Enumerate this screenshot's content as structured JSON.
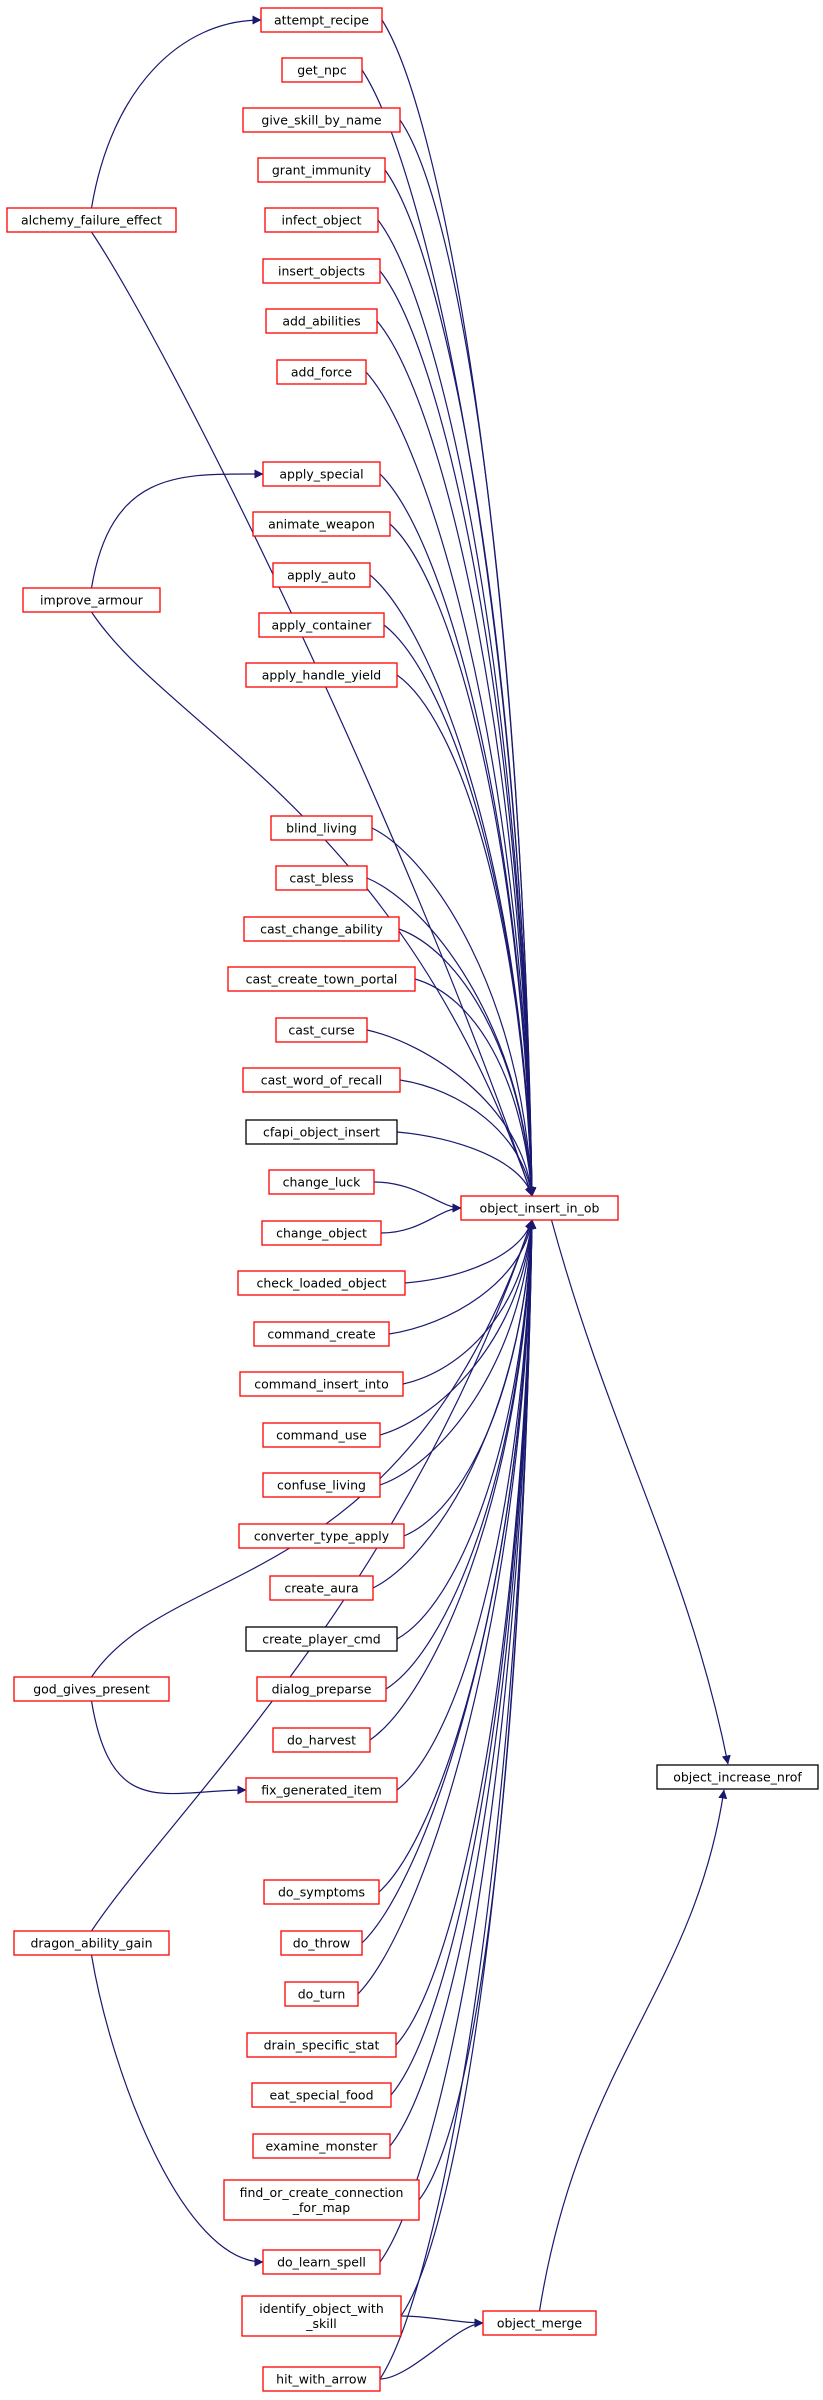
{
  "colors": {
    "edge": "#191970",
    "border_linked": "#ff0000",
    "border_plain": "#000000",
    "highlight_fill": "#bfbfbf"
  },
  "nodes": {
    "attempt_recipe": {
      "label": "attempt_recipe",
      "style": "linked"
    },
    "get_npc": {
      "label": "get_npc",
      "style": "linked"
    },
    "give_skill_by_name": {
      "label": "give_skill_by_name",
      "style": "linked"
    },
    "grant_immunity": {
      "label": "grant_immunity",
      "style": "linked"
    },
    "infect_object": {
      "label": "infect_object",
      "style": "linked"
    },
    "insert_objects": {
      "label": "insert_objects",
      "style": "linked"
    },
    "add_abilities": {
      "label": "add_abilities",
      "style": "linked"
    },
    "add_force": {
      "label": "add_force",
      "style": "linked"
    },
    "apply_special": {
      "label": "apply_special",
      "style": "linked"
    },
    "animate_weapon": {
      "label": "animate_weapon",
      "style": "linked"
    },
    "apply_auto": {
      "label": "apply_auto",
      "style": "linked"
    },
    "apply_container": {
      "label": "apply_container",
      "style": "linked"
    },
    "apply_handle_yield": {
      "label": "apply_handle_yield",
      "style": "linked"
    },
    "blind_living": {
      "label": "blind_living",
      "style": "linked"
    },
    "cast_bless": {
      "label": "cast_bless",
      "style": "linked"
    },
    "cast_change_ability": {
      "label": "cast_change_ability",
      "style": "linked"
    },
    "cast_create_town_portal": {
      "label": "cast_create_town_portal",
      "style": "linked"
    },
    "cast_curse": {
      "label": "cast_curse",
      "style": "linked"
    },
    "cast_word_of_recall": {
      "label": "cast_word_of_recall",
      "style": "linked"
    },
    "cfapi_object_insert": {
      "label": "cfapi_object_insert",
      "style": "plain"
    },
    "change_luck": {
      "label": "change_luck",
      "style": "linked"
    },
    "change_object": {
      "label": "change_object",
      "style": "linked"
    },
    "check_loaded_object": {
      "label": "check_loaded_object",
      "style": "linked"
    },
    "command_create": {
      "label": "command_create",
      "style": "linked"
    },
    "command_insert_into": {
      "label": "command_insert_into",
      "style": "linked"
    },
    "command_use": {
      "label": "command_use",
      "style": "linked"
    },
    "confuse_living": {
      "label": "confuse_living",
      "style": "linked"
    },
    "converter_type_apply": {
      "label": "converter_type_apply",
      "style": "linked"
    },
    "create_aura": {
      "label": "create_aura",
      "style": "linked"
    },
    "create_player_cmd": {
      "label": "create_player_cmd",
      "style": "plain"
    },
    "dialog_preparse": {
      "label": "dialog_preparse",
      "style": "linked"
    },
    "do_harvest": {
      "label": "do_harvest",
      "style": "linked"
    },
    "fix_generated_item": {
      "label": "fix_generated_item",
      "style": "linked"
    },
    "do_symptoms": {
      "label": "do_symptoms",
      "style": "linked"
    },
    "do_throw": {
      "label": "do_throw",
      "style": "linked"
    },
    "do_turn": {
      "label": "do_turn",
      "style": "linked"
    },
    "drain_specific_stat": {
      "label": "drain_specific_stat",
      "style": "linked"
    },
    "eat_special_food": {
      "label": "eat_special_food",
      "style": "linked"
    },
    "examine_monster": {
      "label": "examine_monster",
      "style": "linked"
    },
    "find_or_create_connection_for_map": {
      "label": "find_or_create_connection\n_for_map",
      "style": "linked"
    },
    "do_learn_spell": {
      "label": "do_learn_spell",
      "style": "linked"
    },
    "identify_object_with_skill": {
      "label": "identify_object_with\n_skill",
      "style": "linked"
    },
    "hit_with_arrow": {
      "label": "hit_with_arrow",
      "style": "linked"
    },
    "alchemy_failure_effect": {
      "label": "alchemy_failure_effect",
      "style": "linked"
    },
    "improve_armour": {
      "label": "improve_armour",
      "style": "linked"
    },
    "god_gives_present": {
      "label": "god_gives_present",
      "style": "linked"
    },
    "dragon_ability_gain": {
      "label": "dragon_ability_gain",
      "style": "linked"
    },
    "object_insert_in_ob": {
      "label": "object_insert_in_ob",
      "style": "linked"
    },
    "object_merge": {
      "label": "object_merge",
      "style": "linked"
    },
    "object_increase_nrof": {
      "label": "object_increase_nrof",
      "style": "highlight"
    }
  },
  "edges": [
    [
      "object_insert_in_ob",
      "object_increase_nrof"
    ],
    [
      "object_merge",
      "object_increase_nrof"
    ],
    [
      "attempt_recipe",
      "object_insert_in_ob"
    ],
    [
      "get_npc",
      "object_insert_in_ob"
    ],
    [
      "give_skill_by_name",
      "object_insert_in_ob"
    ],
    [
      "grant_immunity",
      "object_insert_in_ob"
    ],
    [
      "infect_object",
      "object_insert_in_ob"
    ],
    [
      "insert_objects",
      "object_insert_in_ob"
    ],
    [
      "add_abilities",
      "object_insert_in_ob"
    ],
    [
      "add_force",
      "object_insert_in_ob"
    ],
    [
      "alchemy_failure_effect",
      "object_insert_in_ob"
    ],
    [
      "apply_special",
      "object_insert_in_ob"
    ],
    [
      "animate_weapon",
      "object_insert_in_ob"
    ],
    [
      "apply_auto",
      "object_insert_in_ob"
    ],
    [
      "apply_container",
      "object_insert_in_ob"
    ],
    [
      "apply_handle_yield",
      "object_insert_in_ob"
    ],
    [
      "improve_armour",
      "object_insert_in_ob"
    ],
    [
      "god_gives_present",
      "object_insert_in_ob"
    ],
    [
      "blind_living",
      "object_insert_in_ob"
    ],
    [
      "cast_bless",
      "object_insert_in_ob"
    ],
    [
      "cast_change_ability",
      "object_insert_in_ob"
    ],
    [
      "cast_create_town_portal",
      "object_insert_in_ob"
    ],
    [
      "cast_curse",
      "object_insert_in_ob"
    ],
    [
      "cast_word_of_recall",
      "object_insert_in_ob"
    ],
    [
      "cfapi_object_insert",
      "object_insert_in_ob"
    ],
    [
      "change_luck",
      "object_insert_in_ob"
    ],
    [
      "change_object",
      "object_insert_in_ob"
    ],
    [
      "check_loaded_object",
      "object_insert_in_ob"
    ],
    [
      "command_create",
      "object_insert_in_ob"
    ],
    [
      "command_insert_into",
      "object_insert_in_ob"
    ],
    [
      "command_use",
      "object_insert_in_ob"
    ],
    [
      "confuse_living",
      "object_insert_in_ob"
    ],
    [
      "converter_type_apply",
      "object_insert_in_ob"
    ],
    [
      "create_aura",
      "object_insert_in_ob"
    ],
    [
      "create_player_cmd",
      "object_insert_in_ob"
    ],
    [
      "dialog_preparse",
      "object_insert_in_ob"
    ],
    [
      "do_harvest",
      "object_insert_in_ob"
    ],
    [
      "fix_generated_item",
      "object_insert_in_ob"
    ],
    [
      "dragon_ability_gain",
      "object_insert_in_ob"
    ],
    [
      "do_symptoms",
      "object_insert_in_ob"
    ],
    [
      "do_throw",
      "object_insert_in_ob"
    ],
    [
      "do_turn",
      "object_insert_in_ob"
    ],
    [
      "drain_specific_stat",
      "object_insert_in_ob"
    ],
    [
      "eat_special_food",
      "object_insert_in_ob"
    ],
    [
      "examine_monster",
      "object_insert_in_ob"
    ],
    [
      "find_or_create_connection_for_map",
      "object_insert_in_ob"
    ],
    [
      "do_learn_spell",
      "object_insert_in_ob"
    ],
    [
      "identify_object_with_skill",
      "object_insert_in_ob"
    ],
    [
      "hit_with_arrow",
      "object_insert_in_ob"
    ],
    [
      "identify_object_with_skill",
      "object_merge"
    ],
    [
      "hit_with_arrow",
      "object_merge"
    ],
    [
      "alchemy_failure_effect",
      "attempt_recipe"
    ],
    [
      "improve_armour",
      "apply_special"
    ],
    [
      "god_gives_present",
      "fix_generated_item"
    ],
    [
      "dragon_ability_gain",
      "do_learn_spell"
    ]
  ]
}
